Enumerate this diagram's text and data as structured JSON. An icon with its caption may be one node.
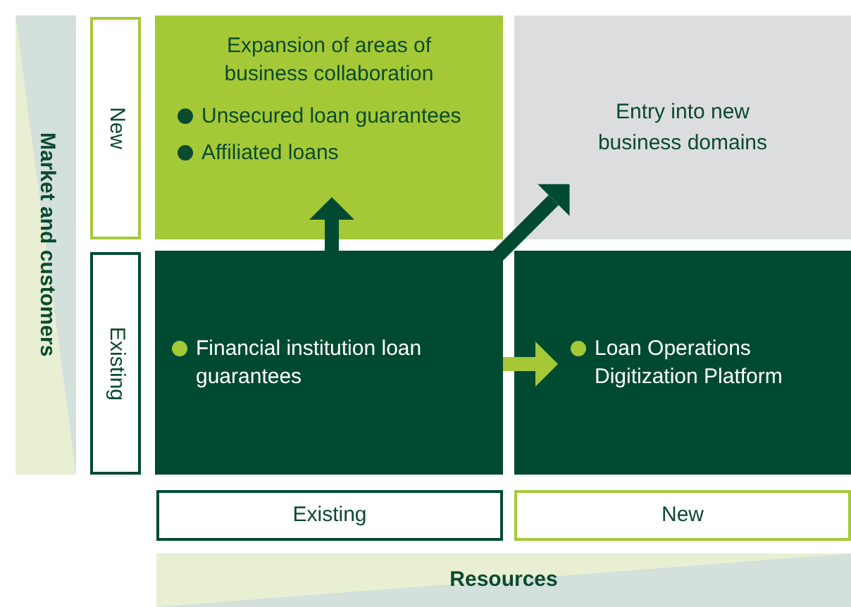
{
  "diagram": {
    "nodes": [
      {
        "text": [
          "Expansion of areas of business collaboration",
          "Unsecured loan guarantees",
          "Affiliated loans"
        ]
      },
      {
        "text": [
          "Entry into new business domains"
        ]
      },
      {
        "text": [
          "Financial institution loan guarantees"
        ]
      },
      {
        "text": [
          "Loan Operations Digitization Platform"
        ]
      },
      {
        "text": [
          "New"
        ]
      },
      {
        "text": [
          "Existing"
        ]
      },
      {
        "text": [
          "Existing"
        ]
      },
      {
        "text": [
          "New"
        ]
      },
      {
        "text": [
          "Market and customers"
        ]
      },
      {
        "text": [
          "Resources"
        ]
      }
    ],
    "edges": [
      {
        "from": 2,
        "to": 0,
        "arrow": "to"
      },
      {
        "from": 2,
        "to": 1,
        "arrow": "to"
      },
      {
        "from": 2,
        "to": 3,
        "arrow": "to",
        "color": "#a5c936"
      }
    ]
  }
}
